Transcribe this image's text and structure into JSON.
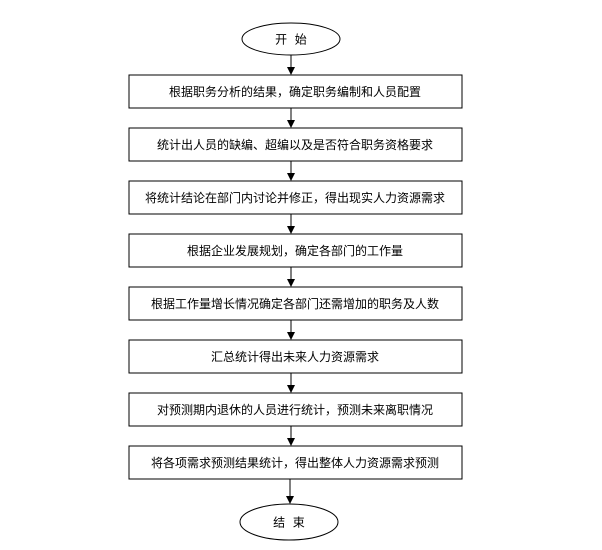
{
  "flowchart": {
    "start": {
      "label": "开  始"
    },
    "steps": [
      {
        "label": "根据职务分析的结果，确定职务编制和人员配置"
      },
      {
        "label": "统计出人员的缺编、超编以及是否符合职务资格要求"
      },
      {
        "label": "将统计结论在部门内讨论并修正，得出现实人力资源需求"
      },
      {
        "label": "根据企业发展规划，确定各部门的工作量"
      },
      {
        "label": "根据工作量增长情况确定各部门还需增加的职务及人数"
      },
      {
        "label": "汇总统计得出未来人力资源需求"
      },
      {
        "label": "对预测期内退休的人员进行统计，预测未来离职情况"
      },
      {
        "label": "将各项需求预测结果统计，得出整体人力资源需求预测"
      }
    ],
    "end": {
      "label": "结  束"
    },
    "colors": {
      "stroke": "#000000",
      "fill": "#ffffff",
      "text": "#000000"
    }
  }
}
